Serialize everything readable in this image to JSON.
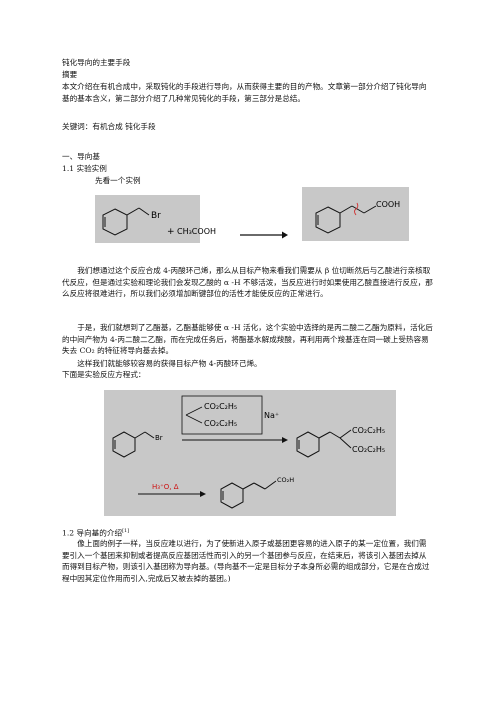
{
  "doc": {
    "title": "钝化导向的主要手段",
    "abstract_heading": "摘要",
    "abstract_text": "本文介绍在有机合成中，采取钝化的手段进行导向，从而获得主要的目的产物。文章第一部分介绍了钝化导向基的基本含义，第二部分介绍了几种常见钝化的手段，第三部分是总结。",
    "keywords": "关键词：有机合成 钝化手段",
    "section1": "一、导向基",
    "sub1_1": "1.1 实验实例",
    "example_intro": "先看一个实例",
    "para1": "我们想通过这个反应合成 4-丙酸环己烯，那么从目标产物来看我们需要从 β 位切断然后与乙酸进行亲核取代反应，但是通过实验和理论我们会发现乙酸的 α -H 不够活泼，当反应进行时如果使用乙酸直接进行反应，那么反应将很难进行，所以我们必须增加断键部位的活性才能使反应的正常进行。",
    "para2": "于是，我们就想到了乙酯基，乙酯基能够使 α -H 活化，这个实验中选择的是丙二酸二乙酯为原料，活化后的中间产物为 4-丙二酸二乙酯，而在完成任务后，将酯基水解成羧酸，再利用两个羧基连在同一碳上受热容易失去 CO₂ 的特征将导向基去掉。",
    "para3": "这样我们就能够较容易的获得目标产物 4-丙酸环己烯。",
    "scheme_intro": "下面是实验反应方程式：",
    "sub1_2": "1.2 导向基的介绍",
    "sub1_2_ref": "[1]",
    "para4": "像上面的例子一样，当反应难以进行，为了使新进入原子或基团更容易的进入原子的某一定位置，我们需要引入一个基团来抑制或者提高反应基团活性而引入的另一个基团参与反应，在结束后，将该引入基团去掉从而得到目标产物，则该引入基团称为导向基。(导向基不一定是目标分子本身所必需的组成部分，它是在合成过程中因其定位作用而引入,完成后又被去掉的基团。)"
  },
  "scheme1": {
    "reactant_label": "Br",
    "plus": "+",
    "reagent": "CH₃COOH",
    "product_label": "COOH"
  },
  "scheme2": {
    "reactant_label": "Br",
    "reagent_top": "CO₂C₂H₅",
    "reagent_bottom": "CO₂C₂H₅",
    "reagent_ion": "Na⁺",
    "product_top": "CO₂C₂H₅",
    "product_bottom": "CO₂C₂H₅",
    "hydrolysis": "H₃⁺O, Δ",
    "final_label": "CO₂H"
  }
}
